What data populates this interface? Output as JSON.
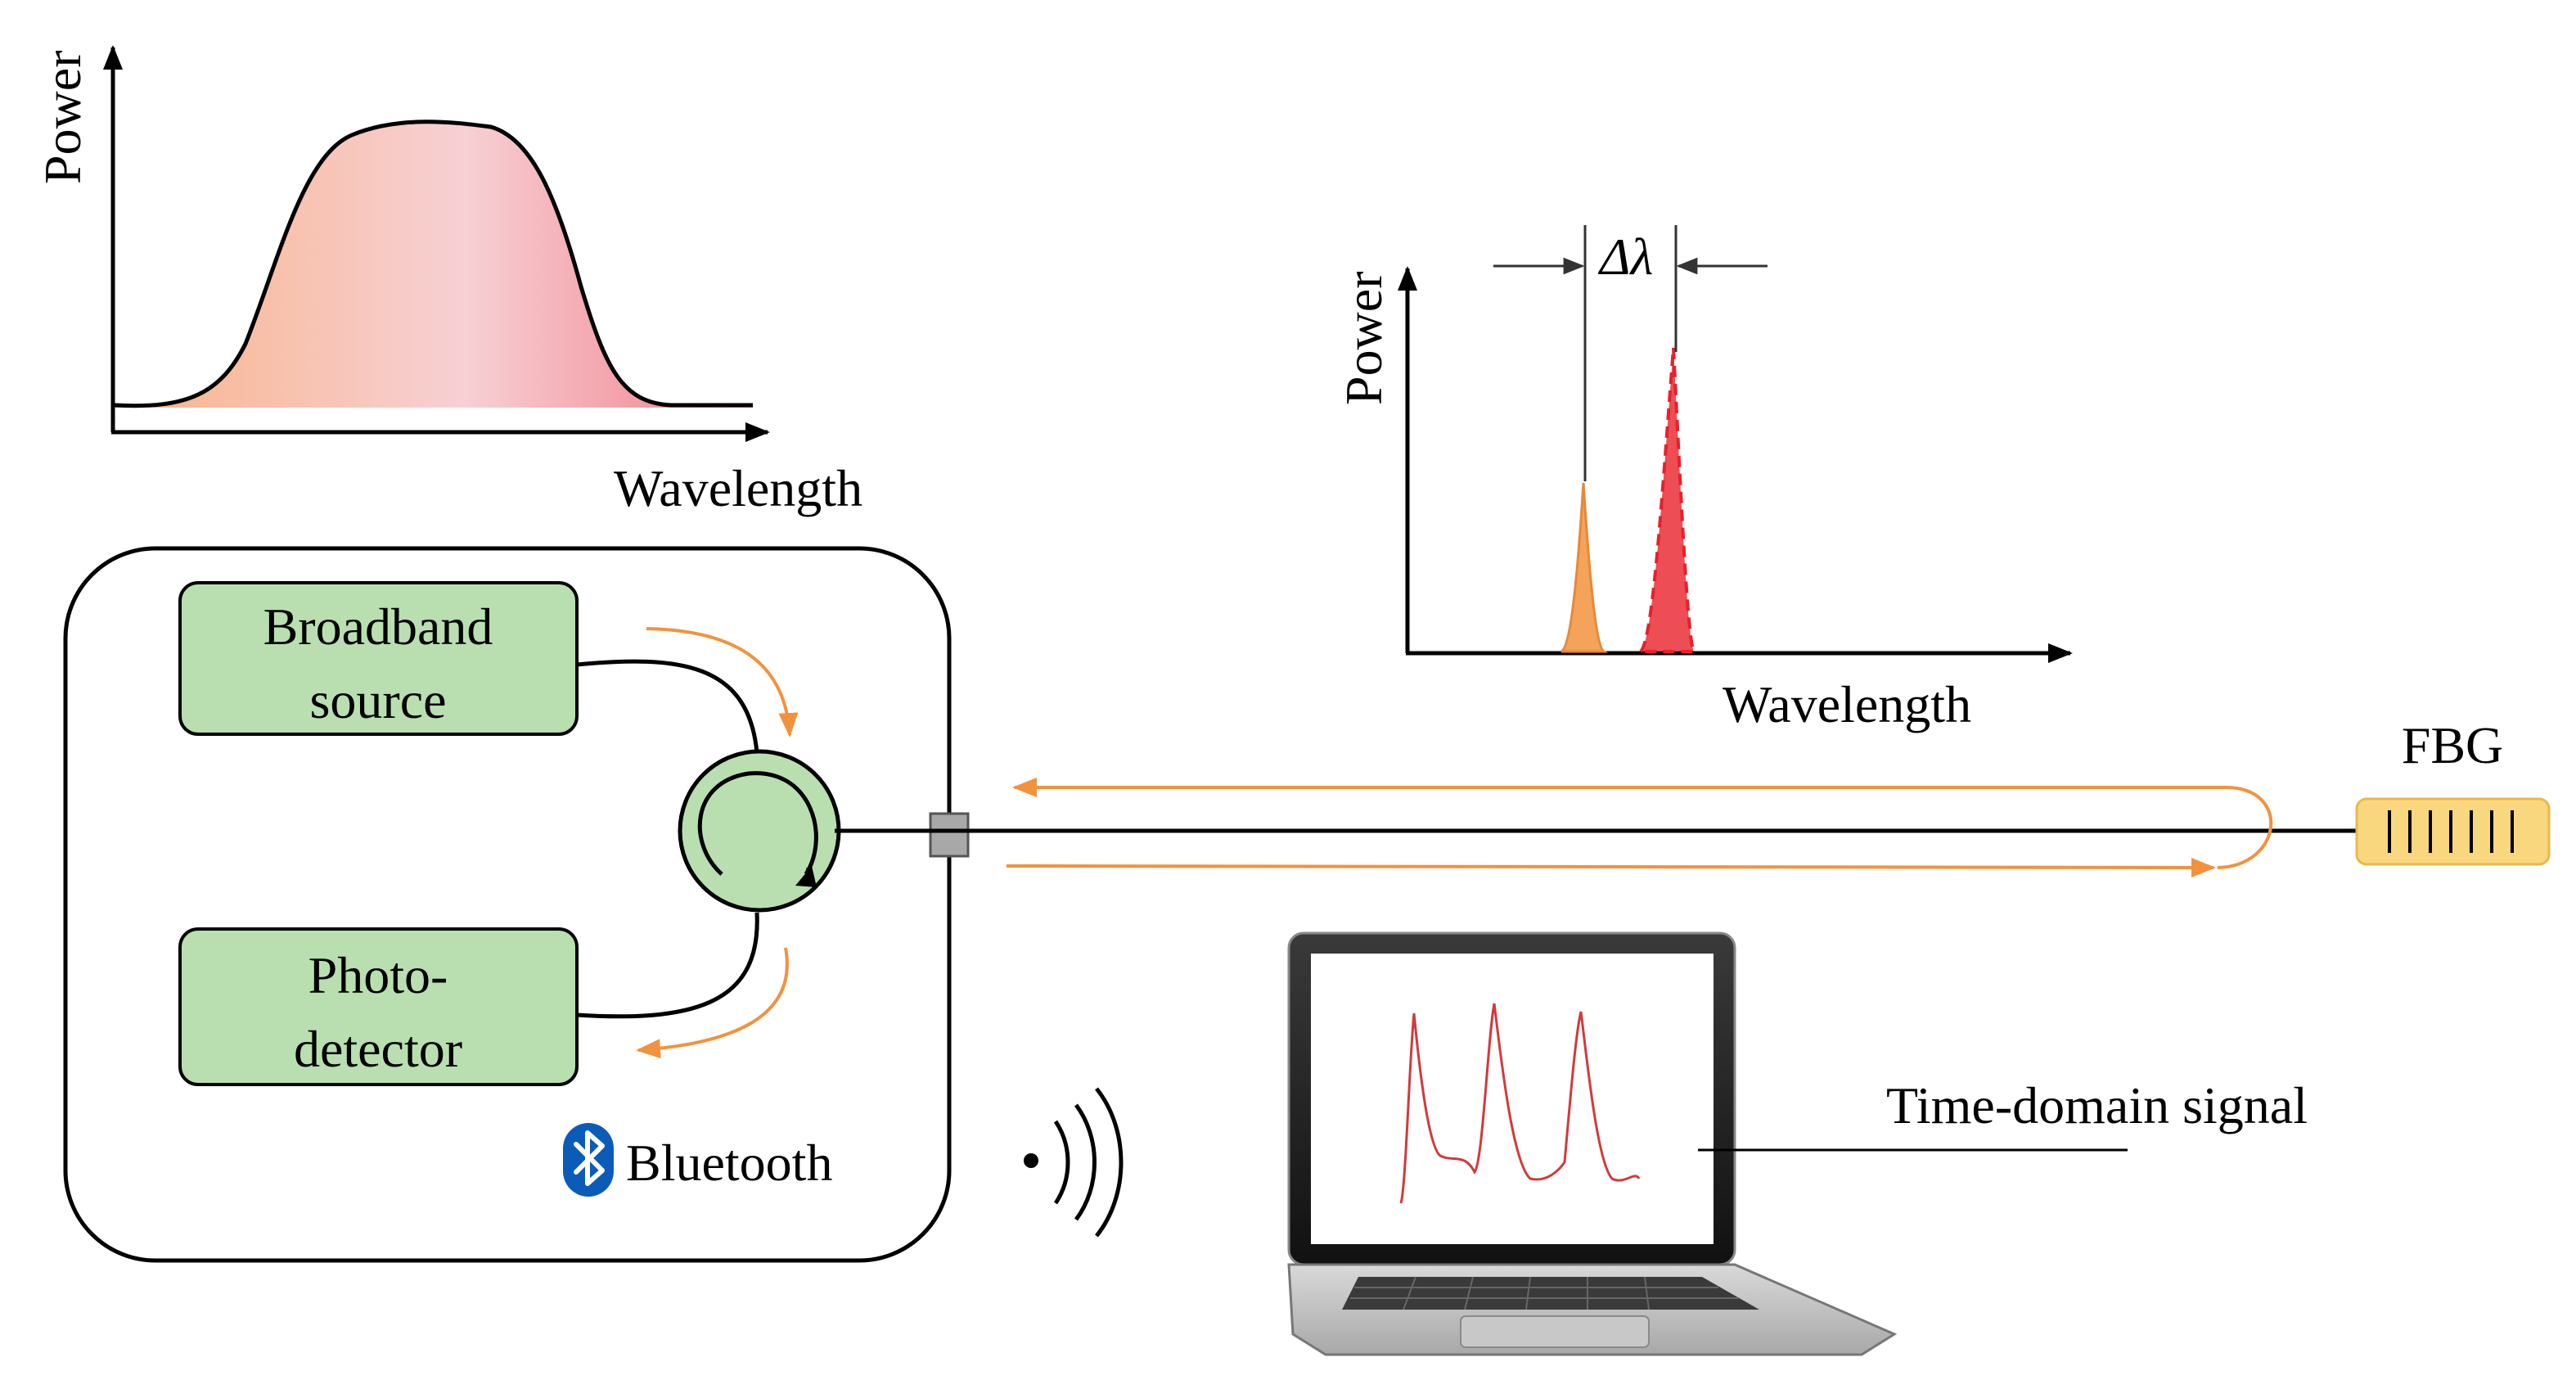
{
  "spectrum_source": {
    "ylabel": "Power",
    "xlabel": "Wavelength"
  },
  "spectrum_reflected": {
    "ylabel": "Power",
    "xlabel": "Wavelength",
    "shift_label": "Δλ"
  },
  "blocks": {
    "broadband_line1": "Broadband",
    "broadband_line2": "source",
    "photo_line1": "Photo-",
    "photo_line2": "detector"
  },
  "bluetooth": {
    "label": "Bluetooth"
  },
  "fbg": {
    "label": "FBG"
  },
  "laptop": {
    "signal_label": "Time-domain signal"
  },
  "colors": {
    "block_fill": "#b9dfb0",
    "fiber_orange": "#f3923c",
    "peak_orange": "#f4a35b",
    "peak_red": "#e8202a",
    "fbg_fill": "#f9d77e",
    "bluetooth_blue": "#0a5cb8"
  }
}
